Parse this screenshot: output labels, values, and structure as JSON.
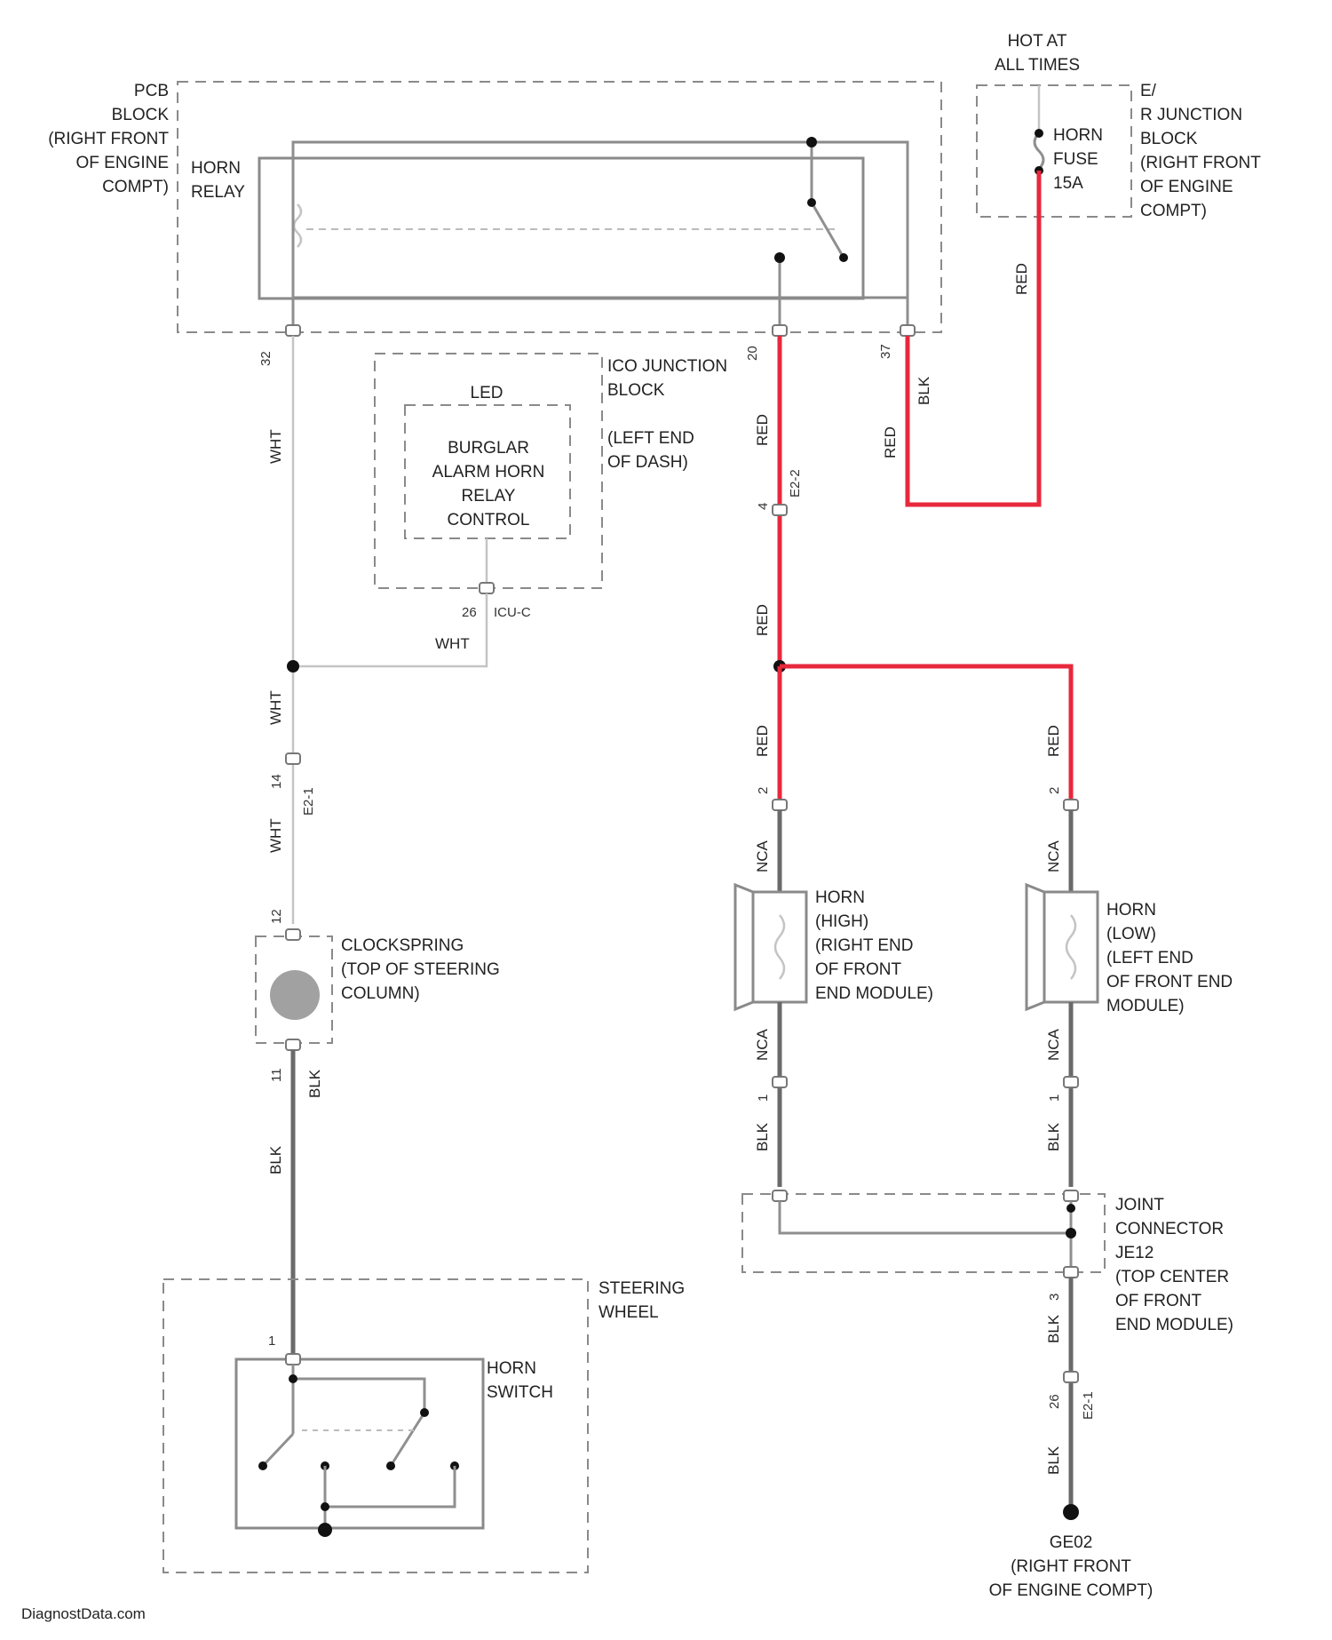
{
  "labels": {
    "pcb_block": [
      "PCB",
      "BLOCK",
      "(RIGHT FRONT",
      "OF ENGINE",
      "COMPT)"
    ],
    "horn_relay": [
      "HORN",
      "RELAY"
    ],
    "hot_at_all_times": [
      "HOT AT",
      "ALL TIMES"
    ],
    "horn_fuse": [
      "HORN",
      "FUSE",
      "15A"
    ],
    "e_r_junction_block": [
      "E/",
      "R JUNCTION",
      "BLOCK",
      "(RIGHT FRONT",
      "OF ENGINE",
      "COMPT)"
    ],
    "ico_junction_block": [
      "ICO JUNCTION",
      "BLOCK",
      "(LEFT END",
      "OF DASH)"
    ],
    "led": "LED",
    "burglar_alarm": [
      "BURGLAR",
      "ALARM HORN",
      "RELAY",
      "CONTROL"
    ],
    "clockspring": [
      "CLOCKSPRING",
      "(TOP OF STEERING",
      "COLUMN)"
    ],
    "steering_wheel": [
      "STEERING",
      "WHEEL"
    ],
    "horn_switch": [
      "HORN",
      "SWITCH"
    ],
    "horn_high": [
      "HORN",
      "(HIGH)",
      "(RIGHT END",
      "OF FRONT",
      "END MODULE)"
    ],
    "horn_low": [
      "HORN",
      "(LOW)",
      "(LEFT END",
      "OF FRONT END",
      "MODULE)"
    ],
    "joint_connector": [
      "JOINT",
      "CONNECTOR",
      "JE12",
      "(TOP CENTER",
      "OF FRONT",
      "END MODULE)"
    ],
    "ground": [
      "GE02",
      "(RIGHT FRONT",
      "OF ENGINE COMPT)"
    ],
    "watermark": "DiagnostData.com"
  },
  "wire_labels": {
    "red": "RED",
    "wht": "WHT",
    "blk": "BLK",
    "nca": "NCA",
    "wht_small": "WHT",
    "blk_small": "BLK"
  },
  "pins": {
    "p32": "32",
    "p20": "20",
    "p37": "37",
    "ico_c": "ICU-C",
    "p14": "14",
    "p12": "12",
    "p11": "11",
    "p1": "1",
    "p2": "2",
    "p2b": "2",
    "p1b": "1",
    "p3": "3",
    "p4": "4",
    "p26": "26",
    "e2_1": "E2-1",
    "e2_2": "E2-2"
  },
  "colors": {
    "red_wire": "#e8283c",
    "gray_wire": "#8f8f8f"
  }
}
